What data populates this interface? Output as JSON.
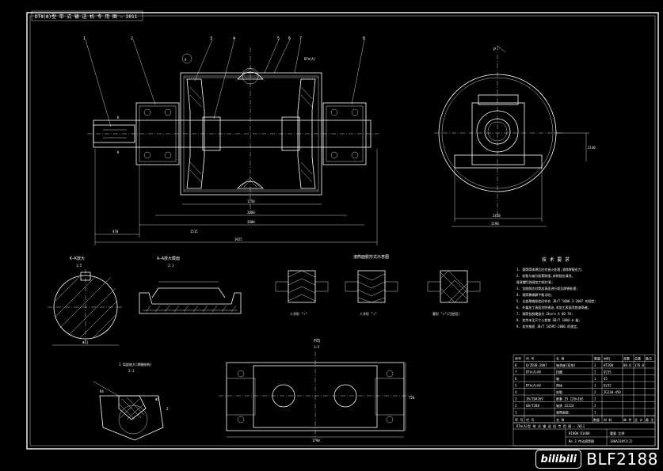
{
  "header": {
    "title": "DTⅡ(A)型 带 式 输 送 机 专 用 图 — 2011"
  },
  "balloons": [
    "1",
    "2",
    "3",
    "4",
    "5",
    "6",
    "7",
    "8"
  ],
  "main_view": {
    "section_mark": "A",
    "sub_marks": [
      "K",
      "K"
    ],
    "top_note": "DTⅡ(A)",
    "dims_bottom": [
      "1750",
      "2080",
      "2800",
      "470",
      "1515",
      "3925"
    ]
  },
  "side_view": {
    "mark": "P",
    "dims": [
      "2450",
      "2190",
      "2130"
    ]
  },
  "detail_views": {
    "kk": {
      "title": "K—K放大",
      "scale": "1:5",
      "dim": "Φ11"
    },
    "aa": {
      "title": "A—A放大截面",
      "scale": "2:1"
    },
    "rubber_title": "滚筒面胶形式示意图",
    "rubber_captions": [
      "人字形 \"↑\"",
      "人字形 \"↓\"",
      "菱形 \"◇\"(可逆用)"
    ],
    "local_i": {
      "title": "I 局部放大(焊缝结构)",
      "scale": "2:1",
      "labels": [
        "R4",
        "Φ5",
        "Z"
      ]
    },
    "p_view": {
      "title": "P向",
      "scale": "1:5",
      "dims": [
        "720",
        "1790"
      ]
    }
  },
  "tech_req": {
    "title": "技 术 要 求",
    "items": [
      "1. 滚筒筒体焊后应作退火处理,消除焊接应力;",
      "2. 轮毂与轴为胀套联接,安装前应清洗,",
      "   胀紧螺钉按规定力矩拧紧;",
      "3. 包胶前应对筒皮表面进行喷丸除锈处理;",
      "4. 滚筒需做静平衡试验;",
      "5. 全部焊缝检验应符合 JB/T 5000.3-2007 的规定;",
      "6. 外露加工表面涂防锈油,非加工表面涂底漆两遍;",
      "7. 滚筒包胶硬度为 Shore A 60-70;",
      "8. 其余未注尺寸公差按 GB/T 1804-m 级;",
      "9. 其余按照 JB/T 10595-2006 的规定。"
    ]
  },
  "parts_table": {
    "header": [
      "序号",
      "代 号",
      "名 称",
      "数量",
      "材料",
      "单重",
      "总重",
      "备注"
    ],
    "rows": [
      [
        "8",
        "Q/ZB38-2007",
        "轴承座(双排)",
        "2",
        "HT200",
        "88.0",
        "176.0",
        ""
      ],
      [
        "7",
        "DTⅡ(A)A8",
        "挡圈",
        "2",
        "Q235",
        "",
        "",
        ""
      ],
      [
        "6",
        "",
        "轴",
        "1",
        "45",
        "",
        "",
        ""
      ],
      [
        "5",
        "DTⅡ(A)A4",
        "筒体",
        "1",
        "Q235",
        "",
        "",
        ""
      ],
      [
        "4",
        "",
        "轮毂",
        "2",
        "ZG230-450",
        "",
        "",
        ""
      ],
      [
        "3",
        "JB/ZQ4269",
        "胀套 Z5 120×165",
        "2",
        "",
        "",
        "",
        ""
      ],
      [
        "2",
        "GB/T288",
        "轴承 22224",
        "2",
        "",
        "",
        "",
        ""
      ],
      [
        "1",
        "",
        "滚筒面胶",
        "1",
        "",
        "",
        "",
        ""
      ]
    ],
    "footer_row": [
      "序 号",
      "代 号",
      "名 称",
      "数量",
      "材 料",
      "单 件",
      "总 计",
      "备 注"
    ]
  },
  "title_block": {
    "title": "DTⅡ(A)型 带 式 输 送 机 专 用 图 — 2011",
    "spec_1": "B1800 D1400",
    "spec_2": "No.3 传动滚筒图",
    "code": "180A310Y2(Z)",
    "extra": "重量  比例"
  },
  "watermark": {
    "logo_text": "bilibili",
    "id_text": "BLF2188"
  }
}
